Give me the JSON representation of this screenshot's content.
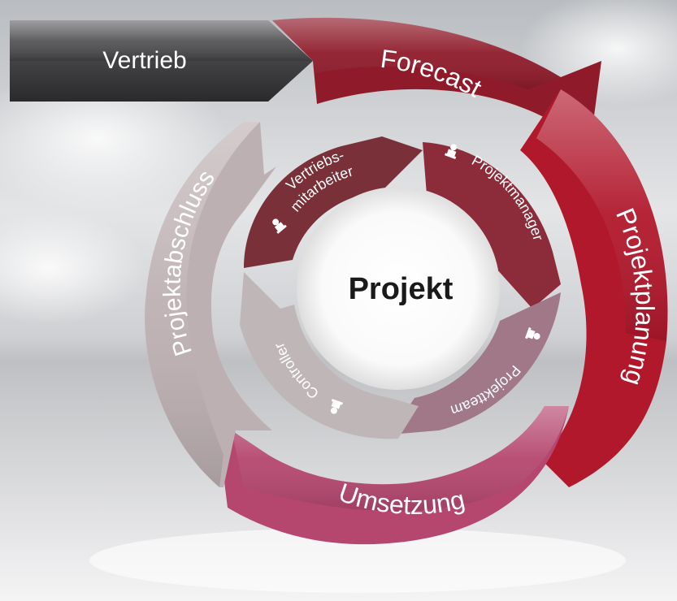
{
  "colors": {
    "vertrieb": "#4a4a4c",
    "forecast": "#8f1b2a",
    "projektplanung": "#b1182c",
    "umsetzung": "#b5476e",
    "projektabschluss": "#bdb0b2",
    "ring_vertriebsmitarbeiter": "#7a3038",
    "ring_projektmanager": "#8c2c3a",
    "ring_projektteam": "#a07888",
    "ring_controller": "#bfb6b8",
    "center_text": "#1a1a1a"
  },
  "outer": {
    "vertrieb": "Vertrieb",
    "forecast": "Forecast",
    "projektplanung": "Projektplanung",
    "umsetzung": "Umsetzung",
    "projektabschluss": "Projektabschluss"
  },
  "inner": {
    "vertriebsmitarbeiter_line1": "Vertriebs-",
    "vertriebsmitarbeiter_line2": "mitarbeiter",
    "projektmanager": "Projektmanager",
    "projektteam": "Projektteam",
    "controller": "Controller"
  },
  "center": {
    "title": "Projekt"
  },
  "icons": {
    "role_icon": "person-at-desk-icon"
  }
}
